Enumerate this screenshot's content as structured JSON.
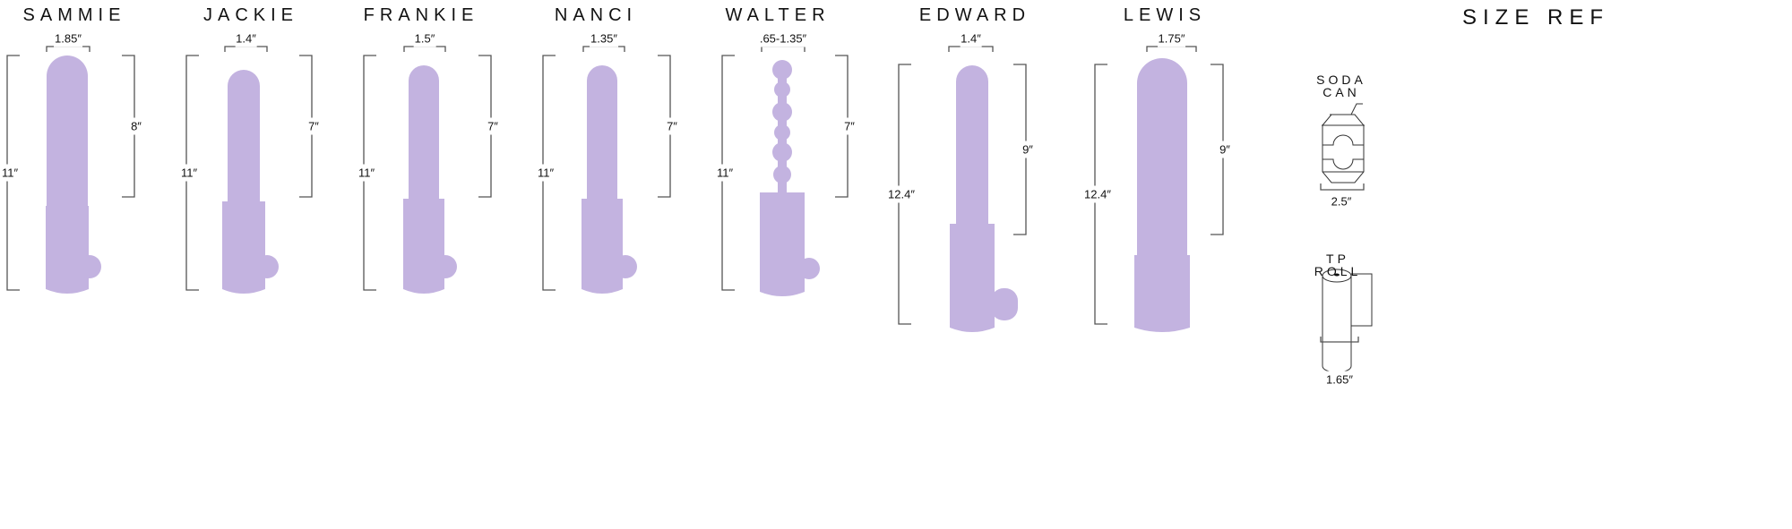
{
  "colors": {
    "product": "#c3b3e0",
    "line": "#555555",
    "text": "#111111"
  },
  "products": [
    {
      "name": "SAMMIE",
      "width": "1.85″",
      "length": "11″",
      "insertable": "8″"
    },
    {
      "name": "JACKIE",
      "width": "1.4″",
      "length": "11″",
      "insertable": "7″"
    },
    {
      "name": "FRANKIE",
      "width": "1.5″",
      "length": "11″",
      "insertable": "7″"
    },
    {
      "name": "NANCI",
      "width": "1.35″",
      "length": "11″",
      "insertable": "7″"
    },
    {
      "name": "WALTER",
      "width": ".65-1.35″",
      "length": "11″",
      "insertable": "7″"
    },
    {
      "name": "EDWARD",
      "width": "1.4″",
      "length": "12.4″",
      "insertable": "9″"
    },
    {
      "name": "LEWIS",
      "width": "1.75″",
      "length": "12.4″",
      "insertable": "9″"
    }
  ],
  "size_ref": {
    "title": "SIZE REF",
    "soda_can": {
      "label_line1": "SODA",
      "label_line2": "CAN",
      "width": "2.5″"
    },
    "tp_roll": {
      "label_line1": "TP",
      "label_line2": "ROLL",
      "width": "1.65″"
    }
  }
}
